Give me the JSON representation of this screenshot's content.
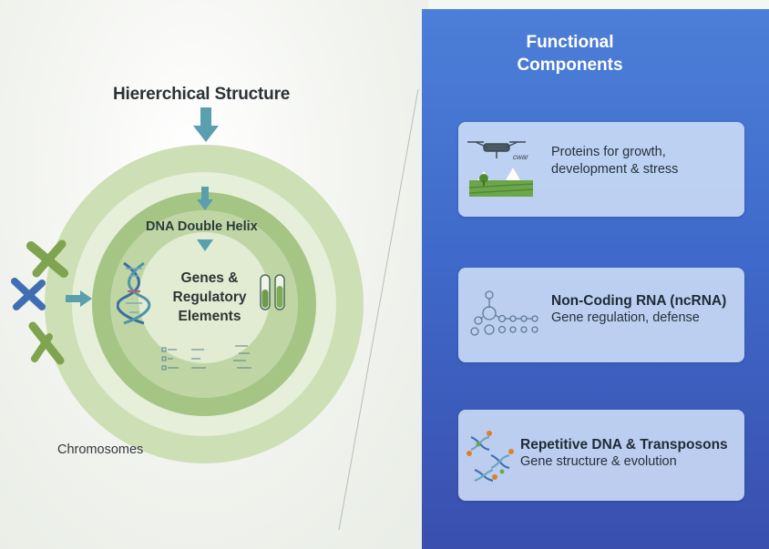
{
  "diagram": {
    "title": "Hiererchical Structure",
    "rings": {
      "middle_label": "DNA Double Helix",
      "core_label_lines": [
        "Genes &",
        "Regulatory",
        "Elements"
      ],
      "outer_label": "Chromosomes"
    },
    "panel": {
      "title_lines": [
        "Functional",
        "Components"
      ],
      "cards": [
        {
          "lines": [
            "Proteins for growth,",
            "development & stress"
          ],
          "icon": "drone-field-icon",
          "icon_text": "cwar"
        },
        {
          "title": "Non-Coding RNA (ncRNA)",
          "text": "Gene regulation, defense",
          "icon": "molecule-network-icon"
        },
        {
          "title": "Repetitive DNA & Transposons",
          "text": "Gene structure & evolution",
          "icon": "dna-helices-icon"
        }
      ]
    }
  },
  "colors": {
    "outer_ring": "#c8dcac",
    "ring_light": "#e3eed6",
    "ring_mid": "#98bd78",
    "core": "#dce9cd",
    "arrow": "#5a9fae",
    "panel_top": "#4c7fd8",
    "panel_bottom": "#3a4fae"
  }
}
